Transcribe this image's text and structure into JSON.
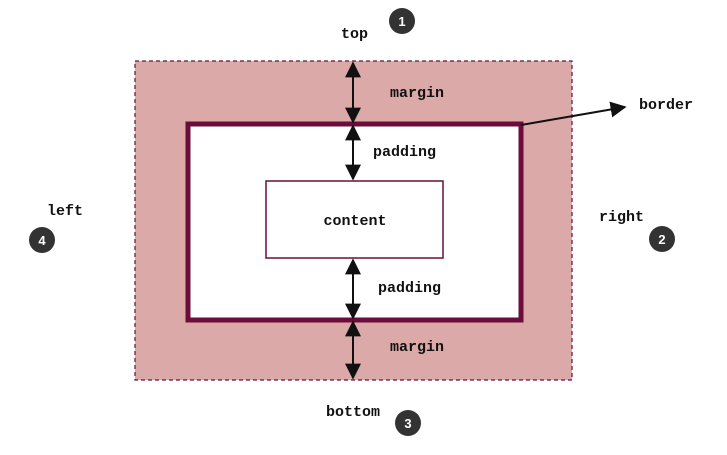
{
  "labels": {
    "top": "top",
    "right": "right",
    "bottom": "bottom",
    "left": "left",
    "margin_top": "margin",
    "margin_bottom": "margin",
    "padding_top": "padding",
    "padding_bottom": "padding",
    "content": "content",
    "border": "border"
  },
  "badges": {
    "top": "1",
    "right": "2",
    "bottom": "3",
    "left": "4"
  },
  "colors": {
    "margin_fill": "#dca9a9",
    "border": "#6b0d3a",
    "content_border": "#6b0d3a",
    "arrow": "#111111",
    "badge": "#333333"
  }
}
